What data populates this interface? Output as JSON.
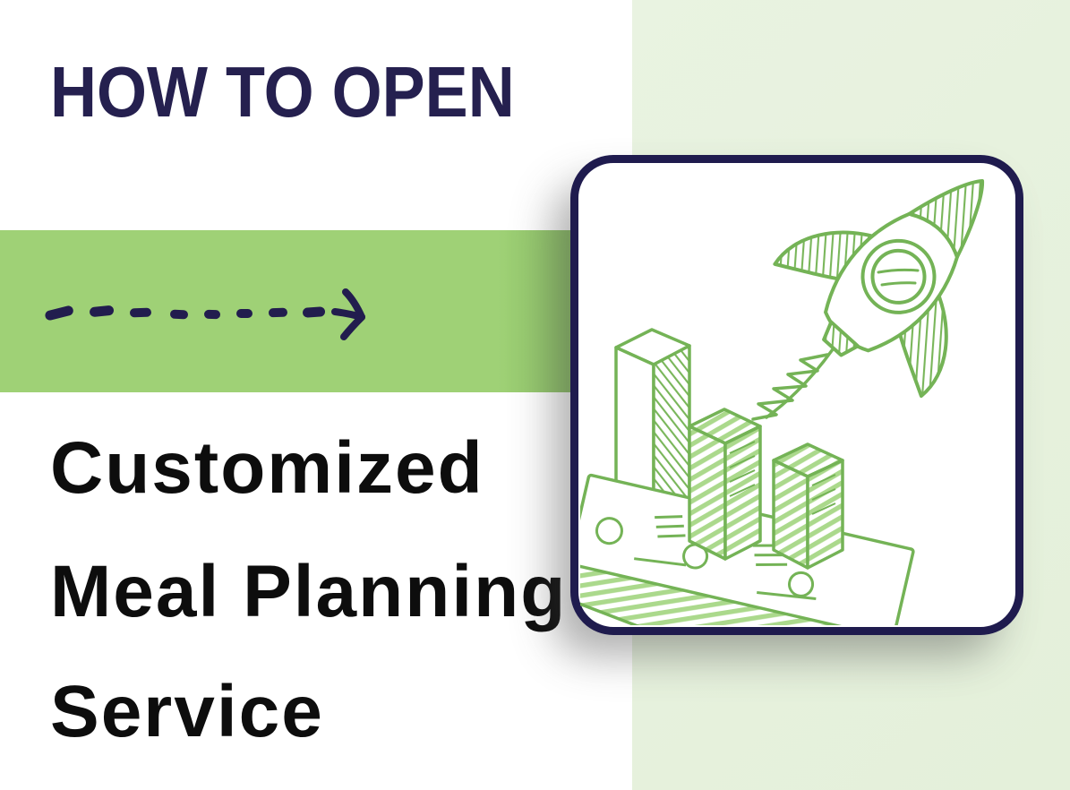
{
  "header": {
    "kicker": "HOW TO OPEN"
  },
  "title": {
    "lines": [
      "Customized",
      "Meal Planning",
      "Service"
    ]
  },
  "icons": {
    "dashed_arrow": "dashed-arrow-right",
    "illustration": "rocket-launch-bar-chart-on-banknotes",
    "illustration_style": "hand-drawn-sketch"
  },
  "colors": {
    "navy": "#1f1b4e",
    "headline_navy": "#25204f",
    "band_green": "#9fd176",
    "light_band_green": "#e6f1de",
    "sketch_green": "#74b356",
    "sketch_light_green": "#abd98c",
    "title_black": "#0d0d0d",
    "background": "#ffffff"
  }
}
